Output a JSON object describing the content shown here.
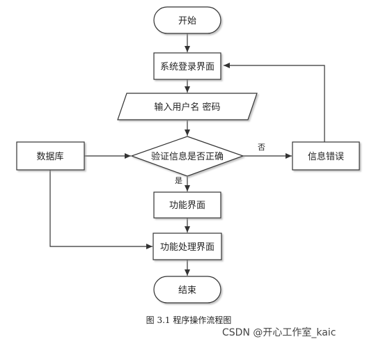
{
  "nodes": {
    "start": "开始",
    "login": "系统登录界面",
    "input": "输入用户名 密码",
    "verify": "验证信息是否正确",
    "database": "数据库",
    "error": "信息错误",
    "function": "功能界面",
    "process": "功能处理界面",
    "end": "结束"
  },
  "edges": {
    "no_label": "否",
    "yes_label": "是"
  },
  "caption": "图 3.1  程序操作流程图",
  "watermark": "CSDN @开心工作室_kaic"
}
